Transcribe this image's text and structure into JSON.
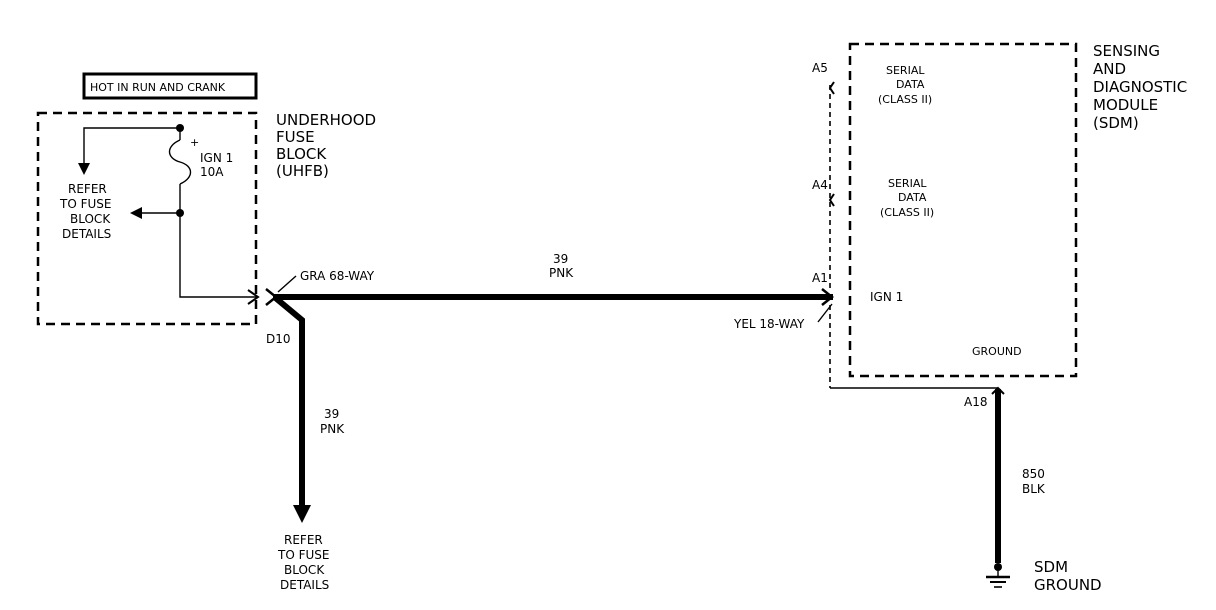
{
  "power_label": "HOT IN RUN AND CRANK",
  "uhfb": {
    "name_lines": [
      "UNDERHOOD",
      "FUSE",
      "BLOCK",
      "(UHFB)"
    ],
    "fuse_name": "IGN 1",
    "fuse_rating": "10A",
    "fuse_polarity": "+",
    "refer_lines": [
      "REFER",
      "TO FUSE",
      "BLOCK",
      "DETAILS"
    ],
    "connector": "GRA 68-WAY",
    "pin": "D10"
  },
  "wire_main": {
    "circuit": "39",
    "color": "PNK"
  },
  "wire_down": {
    "circuit": "39",
    "color": "PNK"
  },
  "refer_bottom_lines": [
    "REFER",
    "TO FUSE",
    "BLOCK",
    "DETAILS"
  ],
  "sdm": {
    "name_lines": [
      "SENSING",
      "AND",
      "DIAGNOSTIC",
      "MODULE",
      "(SDM)"
    ],
    "connector": "YEL 18-WAY",
    "pins": {
      "a5": "A5",
      "a4": "A4",
      "a1": "A1",
      "a18": "A18"
    },
    "serial_data_1": [
      "SERIAL",
      "DATA",
      "(CLASS II)"
    ],
    "serial_data_2": [
      "SERIAL",
      "DATA",
      "(CLASS II)"
    ],
    "ign_label": "IGN 1",
    "ground_label": "GROUND"
  },
  "wire_ground": {
    "circuit": "850",
    "color": "BLK"
  },
  "ground_lines": [
    "SDM",
    "GROUND"
  ]
}
